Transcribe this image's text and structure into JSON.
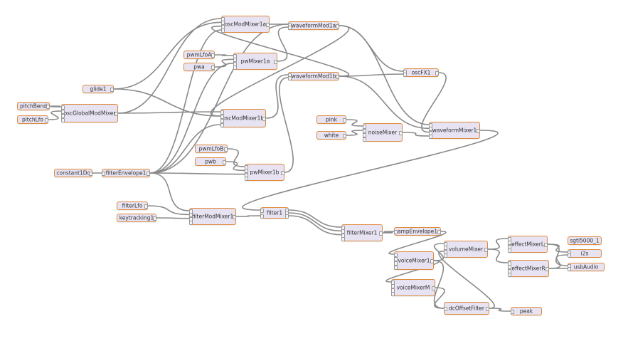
{
  "nodes": [
    {
      "id": "oscModMixer1a",
      "label": "oscModMixer1a"
    },
    {
      "id": "waveformMod1a",
      "label": "waveformMod1a"
    },
    {
      "id": "pwmLfoA",
      "label": "pwmLfoA"
    },
    {
      "id": "pwa",
      "label": "pwa"
    },
    {
      "id": "pwMixer1a",
      "label": "pwMixer1a"
    },
    {
      "id": "glide1",
      "label": "glide1"
    },
    {
      "id": "waveformMod1b",
      "label": "waveformMod1b"
    },
    {
      "id": "oscFX1",
      "label": "oscFX1"
    },
    {
      "id": "pitchBend",
      "label": "pitchBend"
    },
    {
      "id": "pitchLfo",
      "label": "pitchLfo"
    },
    {
      "id": "oscGlobalModMixer",
      "label": "oscGlobalModMixer"
    },
    {
      "id": "oscModMixer1b",
      "label": "oscModMixer1b"
    },
    {
      "id": "pink",
      "label": "pink"
    },
    {
      "id": "white",
      "label": "white"
    },
    {
      "id": "noiseMixer",
      "label": "noiseMixer"
    },
    {
      "id": "waveformMixer1",
      "label": "waveformMixer1"
    },
    {
      "id": "pwmLfoB",
      "label": "pwmLfoB"
    },
    {
      "id": "pwb",
      "label": "pwb"
    },
    {
      "id": "pwMixer1b",
      "label": "pwMixer1b"
    },
    {
      "id": "constant1Dc",
      "label": "constant1Dc"
    },
    {
      "id": "filterEnvelope1",
      "label": "filterEnvelope1"
    },
    {
      "id": "filterLfo",
      "label": "filterLfo"
    },
    {
      "id": "keytracking1",
      "label": "keytracking1"
    },
    {
      "id": "filterModMixer1",
      "label": "filterModMixer1"
    },
    {
      "id": "filter1",
      "label": "filter1"
    },
    {
      "id": "filterMixer1",
      "label": "filterMixer1"
    },
    {
      "id": "ampEnvelope1",
      "label": "ampEnvelope1"
    },
    {
      "id": "voiceMixer1",
      "label": "voiceMixer1"
    },
    {
      "id": "volumeMixer",
      "label": "volumeMixer"
    },
    {
      "id": "effectMixerL",
      "label": "effectMixerL"
    },
    {
      "id": "effectMixerR",
      "label": "effectMixerR"
    },
    {
      "id": "sgtl5000_1",
      "label": "sgtl5000_1"
    },
    {
      "id": "i2s",
      "label": "i2s"
    },
    {
      "id": "usbAudio",
      "label": "usbAudio"
    },
    {
      "id": "voiceMixerM",
      "label": "voiceMixerM"
    },
    {
      "id": "dcOffsetFilter",
      "label": "dcOffsetFilter"
    },
    {
      "id": "peak",
      "label": "peak"
    }
  ],
  "edges": [
    [
      "oscModMixer1a",
      0,
      "waveformMod1a",
      0
    ],
    [
      "waveformMod1a",
      0,
      "oscFX1",
      0
    ],
    [
      "waveformMod1a",
      0,
      "waveformMixer1",
      0
    ],
    [
      "waveformMod1a",
      0,
      "oscModMixer1b",
      1
    ],
    [
      "pwmLfoA",
      0,
      "pwMixer1a",
      0
    ],
    [
      "pwa",
      0,
      "pwMixer1a",
      1
    ],
    [
      "pwMixer1a",
      0,
      "waveformMod1a",
      1
    ],
    [
      "glide1",
      0,
      "oscModMixer1a",
      1
    ],
    [
      "glide1",
      0,
      "oscModMixer1b",
      1
    ],
    [
      "pitchBend",
      0,
      "oscGlobalModMixer",
      0
    ],
    [
      "pitchLfo",
      0,
      "oscGlobalModMixer",
      1
    ],
    [
      "oscGlobalModMixer",
      0,
      "oscModMixer1a",
      0
    ],
    [
      "oscGlobalModMixer",
      0,
      "oscModMixer1b",
      0
    ],
    [
      "waveformMod1b",
      0,
      "oscFX1",
      1
    ],
    [
      "waveformMod1b",
      0,
      "waveformMixer1",
      1
    ],
    [
      "waveformMod1b",
      0,
      "oscModMixer1a",
      2
    ],
    [
      "oscFX1",
      0,
      "waveformMixer1",
      2
    ],
    [
      "oscModMixer1b",
      0,
      "waveformMod1b",
      0
    ],
    [
      "pink",
      0,
      "noiseMixer",
      0
    ],
    [
      "white",
      0,
      "noiseMixer",
      1
    ],
    [
      "noiseMixer",
      0,
      "waveformMixer1",
      3
    ],
    [
      "pwmLfoB",
      0,
      "pwMixer1b",
      0
    ],
    [
      "pwb",
      0,
      "pwMixer1b",
      1
    ],
    [
      "pwMixer1b",
      0,
      "waveformMod1b",
      1
    ],
    [
      "constant1Dc",
      0,
      "filterEnvelope1",
      0
    ],
    [
      "filterEnvelope1",
      0,
      "oscModMixer1a",
      3
    ],
    [
      "filterEnvelope1",
      0,
      "oscModMixer1b",
      3
    ],
    [
      "filterEnvelope1",
      0,
      "pwMixer1a",
      2
    ],
    [
      "filterEnvelope1",
      0,
      "pwMixer1b",
      2
    ],
    [
      "filterEnvelope1",
      0,
      "filterModMixer1",
      0
    ],
    [
      "filterEnvelope1",
      0,
      "waveformMod1a",
      0
    ],
    [
      "filterLfo",
      0,
      "filterModMixer1",
      1
    ],
    [
      "keytracking1",
      0,
      "filterModMixer1",
      2
    ],
    [
      "filterModMixer1",
      0,
      "filter1",
      1
    ],
    [
      "waveformMixer1",
      0,
      "filter1",
      0
    ],
    [
      "filter1",
      0,
      "filterMixer1",
      0
    ],
    [
      "filter1",
      1,
      "filterMixer1",
      1
    ],
    [
      "filter1",
      2,
      "filterMixer1",
      2
    ],
    [
      "filterMixer1",
      0,
      "ampEnvelope1",
      0
    ],
    [
      "ampEnvelope1",
      0,
      "voiceMixer1",
      0
    ],
    [
      "voiceMixer1",
      0,
      "volumeMixer",
      0
    ],
    [
      "voiceMixer1",
      0,
      "voiceMixerM",
      0
    ],
    [
      "voiceMixer1",
      0,
      "dcOffsetFilter",
      0
    ],
    [
      "volumeMixer",
      0,
      "effectMixerL",
      0
    ],
    [
      "volumeMixer",
      0,
      "effectMixerR",
      0
    ],
    [
      "effectMixerL",
      0,
      "i2s",
      0
    ],
    [
      "effectMixerL",
      0,
      "usbAudio",
      0
    ],
    [
      "effectMixerR",
      0,
      "i2s",
      1
    ],
    [
      "effectMixerR",
      0,
      "usbAudio",
      1
    ],
    [
      "voiceMixerM",
      0,
      "dcOffsetFilter",
      0
    ],
    [
      "dcOffsetFilter",
      0,
      "volumeMixer",
      2
    ],
    [
      "dcOffsetFilter",
      0,
      "peak",
      0
    ]
  ]
}
